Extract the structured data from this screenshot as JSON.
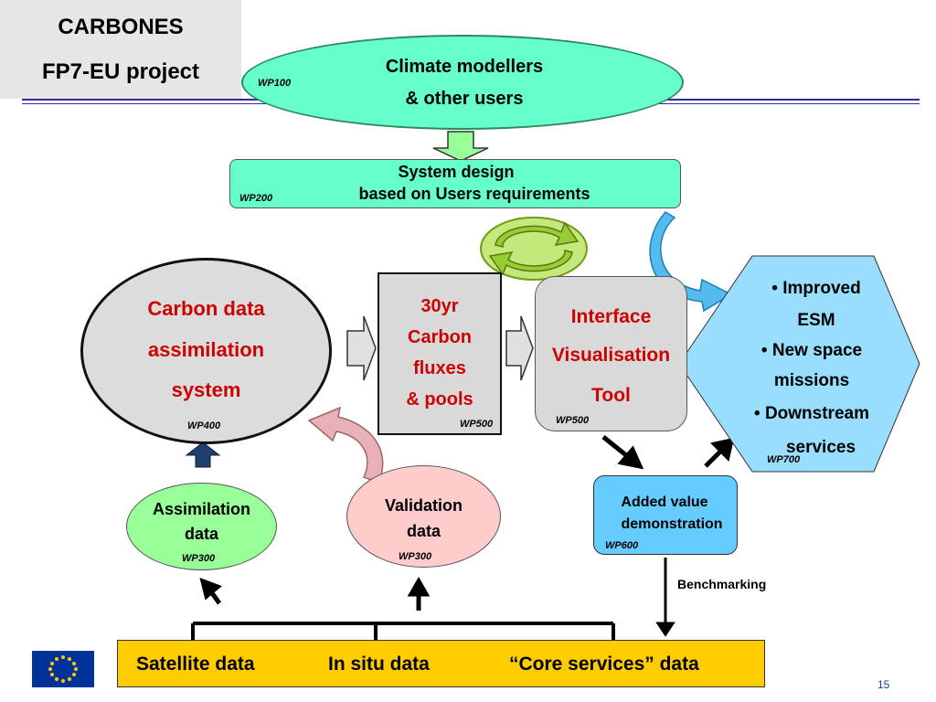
{
  "header": {
    "title_line1": "CARBONES",
    "title_line2": "FP7-EU project"
  },
  "users_node": {
    "line1": "Climate modellers",
    "line2": "& other users",
    "wp": "WP100"
  },
  "system_design": {
    "line1": "System design",
    "line2": "based on Users requirements",
    "wp": "WP200"
  },
  "assimilation_system": {
    "line1": "Carbon data",
    "line2": "assimilation",
    "line3": "system",
    "wp": "WP400"
  },
  "flux_box": {
    "line1": "30yr",
    "line2": "Carbon",
    "line3": "fluxes",
    "line4": "& pools",
    "wp": "WP500"
  },
  "interface_tool": {
    "line1": "Interface",
    "line2": "Visualisation",
    "line3": "Tool",
    "wp": "WP500"
  },
  "outcomes": {
    "line1": "• Improved",
    "line2": "ESM",
    "line3": "• New space",
    "line4": "missions",
    "line5": "• Downstream",
    "line6": "services",
    "wp": "WP700"
  },
  "assimilation_data": {
    "line1": "Assimilation",
    "line2": "data",
    "wp": "WP300"
  },
  "validation_data": {
    "line1": "Validation",
    "line2": "data",
    "wp": "WP300"
  },
  "added_value": {
    "line1": "Added value",
    "line2": "demonstration",
    "wp": "WP600"
  },
  "benchmarking_label": "Benchmarking",
  "bottom_bar": {
    "item1": "Satellite data",
    "item2": "In situ data",
    "item3": "“Core services” data"
  },
  "footer": {
    "page_number": "15"
  },
  "colors": {
    "users_fill": "#66ffcc",
    "assimilation_text": "#cc0000",
    "outcomes_fill": "#99ddff",
    "added_value_fill": "#66ccff",
    "bottom_bar_fill": "#ffcc00",
    "cycle_icon": "#99cc33"
  }
}
